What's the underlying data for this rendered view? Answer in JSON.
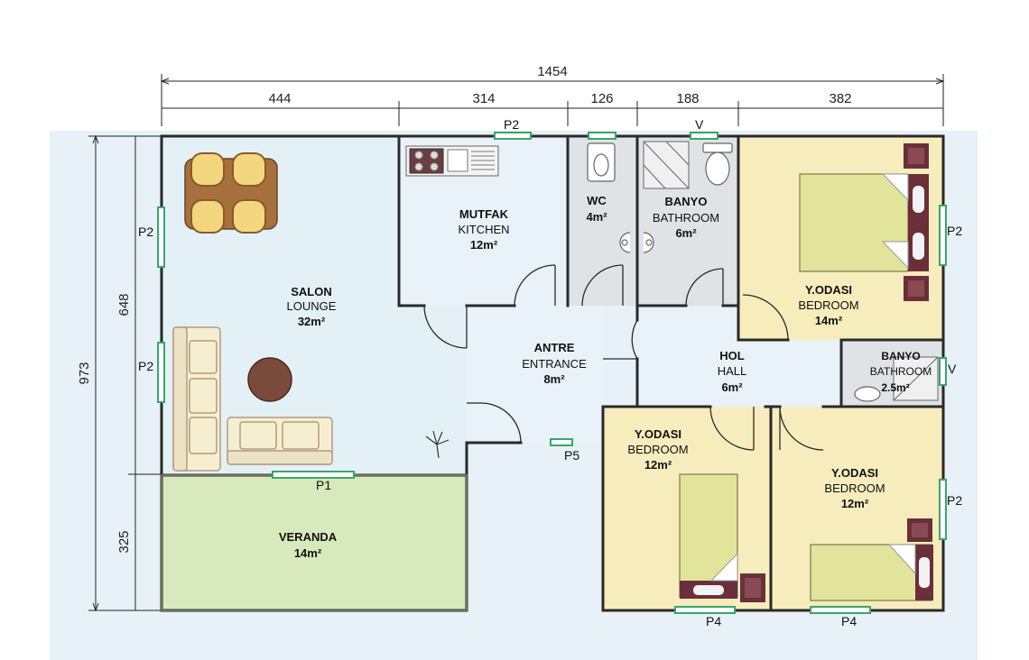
{
  "dimensions": {
    "total_width": "1454",
    "segments": [
      "444",
      "314",
      "126",
      "188",
      "382"
    ],
    "total_height": "973",
    "upper_height": "648",
    "lower_height": "325"
  },
  "rooms": {
    "salon": {
      "name": "SALON",
      "sub": "LOUNGE",
      "area": "32m²"
    },
    "mutfak": {
      "name": "MUTFAK",
      "sub": "KITCHEN",
      "area": "12m²"
    },
    "wc": {
      "name": "WC",
      "area": "4m²"
    },
    "banyo": {
      "name": "BANYO",
      "sub": "BATHROOM",
      "area": "6m²"
    },
    "bedroom1": {
      "name": "Y.ODASI",
      "sub": "BEDROOM",
      "area": "14m²"
    },
    "banyo2": {
      "name": "BANYO",
      "sub": "BATHROOM",
      "area": "2.5m²"
    },
    "antre": {
      "name": "ANTRE",
      "sub": "ENTRANCE",
      "area": "8m²"
    },
    "hol": {
      "name": "HOL",
      "sub": "HALL",
      "area": "6m²"
    },
    "bedroom2": {
      "name": "Y.ODASI",
      "sub": "BEDROOM",
      "area": "12m²"
    },
    "bedroom3": {
      "name": "Y.ODASI",
      "sub": "BEDROOM",
      "area": "12m²"
    },
    "veranda": {
      "name": "VERANDA",
      "area": "14m²"
    }
  },
  "openings": {
    "kitchen_window": "P2",
    "wc_vent": "V",
    "salon_window_upper": "P2",
    "salon_window_lower": "P2",
    "bedroom1_window": "P2",
    "bath2_vent": "V",
    "bedroom3_window": "P2",
    "veranda_door": "P1",
    "entrance_door": "P5",
    "bedroom2_window": "P4",
    "bedroom3_bottom_window": "P4"
  },
  "colors": {
    "lounge_floor": "#e3f1f7",
    "bedroom_floor": "#f7ecbc",
    "wet_floor": "#dfe3e6",
    "veranda_floor": "#d8eabb",
    "wall": "#2a2a2a",
    "opening": "#3aa56a"
  }
}
